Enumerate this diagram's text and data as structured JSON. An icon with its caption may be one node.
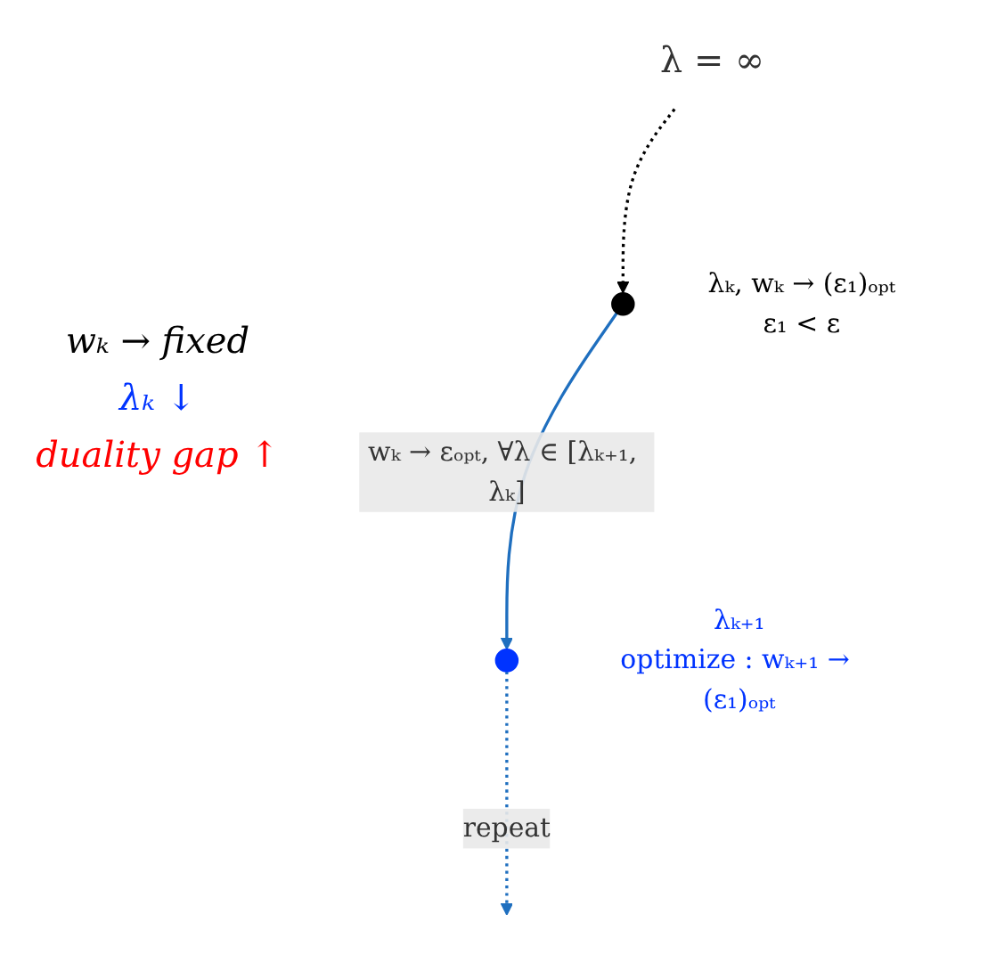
{
  "diagram": {
    "nodes": [
      {
        "text": [
          "λ = ∞"
        ]
      },
      {
        "text": [],
        "shape": "circle",
        "beside": [
          "λₖ, wₖ → (ε₁)ₒₚₜ",
          "ε₁ < ε"
        ]
      },
      {
        "text": [],
        "shape": "circle",
        "beside": [
          "λₖ₊₁",
          "optimize : wₖ₊₁ → (ε₁)ₒₚₜ"
        ]
      }
    ],
    "edges": [
      {
        "from": 0,
        "to": 1,
        "arrow": "to",
        "style": "dashed",
        "color": "#000000"
      },
      {
        "from": 1,
        "to": 2,
        "arrow": "to",
        "label": "wₖ → εₒₚₜ, ∀λ ∈ [λₖ₊₁, λₖ]",
        "color": "#1f6fbf"
      },
      {
        "from": 2,
        "to": null,
        "arrow": "to",
        "label": "repeat",
        "style": "dashed",
        "color": "#1f6fbf"
      }
    ],
    "labels": [
      "wₖ → fixed",
      "λₖ ↓",
      "duality gap ↑"
    ]
  }
}
